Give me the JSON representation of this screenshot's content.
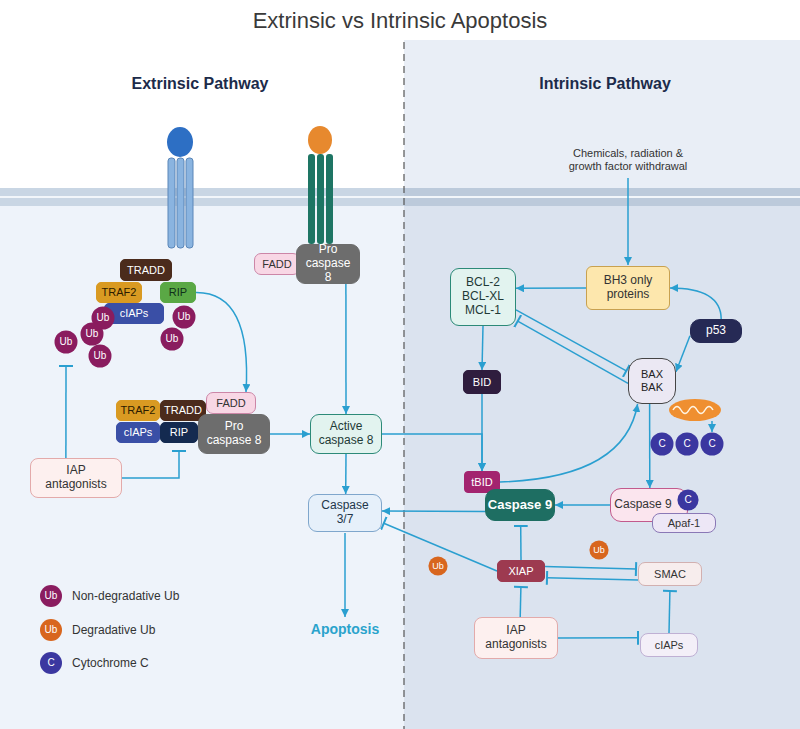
{
  "diagram": {
    "title": "Extrinsic vs Intrinsic Apoptosis",
    "nodes": [
      {
        "text": [
          "TRADD"
        ]
      },
      {
        "text": [
          "TRAF2"
        ]
      },
      {
        "text": [
          "RIP"
        ]
      },
      {
        "text": [
          "cIAPs"
        ]
      },
      {
        "text": [
          "Ub"
        ]
      },
      {
        "text": [
          "Ub"
        ]
      },
      {
        "text": [
          "Ub"
        ]
      },
      {
        "text": [
          "Ub"
        ]
      },
      {
        "text": [
          "Ub"
        ]
      },
      {
        "text": [
          "Ub"
        ]
      },
      {
        "text": [
          "FADD"
        ]
      },
      {
        "text": [
          "Pro caspase 8"
        ]
      },
      {
        "text": [
          "TRAF2"
        ]
      },
      {
        "text": [
          "TRADD"
        ]
      },
      {
        "text": [
          "FADD"
        ]
      },
      {
        "text": [
          "cIAPs"
        ]
      },
      {
        "text": [
          "RIP"
        ]
      },
      {
        "text": [
          "Pro caspase 8"
        ]
      },
      {
        "text": [
          "Active caspase 8"
        ]
      },
      {
        "text": [
          "IAP antagonists"
        ]
      },
      {
        "text": [
          "Caspase 3/7"
        ]
      },
      {
        "text": [
          "BH3 only proteins"
        ]
      },
      {
        "text": [
          "BCL-2 BCL-XL MCL-1"
        ]
      },
      {
        "text": [
          "p53"
        ]
      },
      {
        "text": [
          "BID"
        ]
      },
      {
        "text": [
          "BAX BAK"
        ]
      },
      {
        "text": [
          "C"
        ]
      },
      {
        "text": [
          "C"
        ]
      },
      {
        "text": [
          "C"
        ]
      },
      {
        "text": [
          "tBID"
        ]
      },
      {
        "text": [
          "Caspase 9"
        ]
      },
      {
        "text": [
          "Caspase 9"
        ]
      },
      {
        "text": [
          "C"
        ]
      },
      {
        "text": [
          "Apaf-1"
        ]
      },
      {
        "text": [
          "Ub"
        ]
      },
      {
        "text": [
          "Ub"
        ]
      },
      {
        "text": [
          "XIAP"
        ]
      },
      {
        "text": [
          "SMAC"
        ]
      },
      {
        "text": [
          "IAP antagonists"
        ]
      },
      {
        "text": [
          "cIAPs"
        ]
      }
    ],
    "edges": [
      {
        "from": 2,
        "to": 14,
        "arrow": "to"
      },
      {
        "from": 19,
        "to": 7,
        "arrow": "to"
      },
      {
        "from": 19,
        "to": 16,
        "arrow": "to"
      },
      {
        "from": 11,
        "to": 18,
        "arrow": "to"
      },
      {
        "from": 17,
        "to": 18,
        "arrow": "to"
      },
      {
        "from": 18,
        "to": 20,
        "arrow": "to"
      },
      {
        "from": 18,
        "to": 29,
        "arrow": "to"
      },
      {
        "from": 24,
        "to": 29,
        "arrow": "to"
      },
      {
        "from": 22,
        "to": 24,
        "arrow": "to"
      },
      {
        "from": 21,
        "to": 22,
        "arrow": "to"
      },
      {
        "from": 23,
        "to": 21,
        "arrow": "to"
      },
      {
        "from": 23,
        "to": 25,
        "arrow": "to"
      },
      {
        "from": 22,
        "to": 25,
        "arrow": "to"
      },
      {
        "from": 25,
        "to": 22,
        "arrow": "to"
      },
      {
        "from": 29,
        "to": 25,
        "arrow": "to"
      },
      {
        "from": 25,
        "to": 31,
        "arrow": "to"
      },
      {
        "from": 31,
        "to": 30,
        "arrow": "to"
      },
      {
        "from": 30,
        "to": 20,
        "arrow": "to"
      },
      {
        "from": 36,
        "to": 20,
        "arrow": "to"
      },
      {
        "from": 36,
        "to": 30,
        "arrow": "to"
      },
      {
        "from": 36,
        "to": 37,
        "arrow": "to"
      },
      {
        "from": 37,
        "to": 36,
        "arrow": "to"
      },
      {
        "from": 38,
        "to": 36,
        "arrow": "to"
      },
      {
        "from": 38,
        "to": 39,
        "arrow": "to"
      },
      {
        "from": 39,
        "to": 37,
        "arrow": "to"
      }
    ],
    "labels": [
      "Extrinsic Pathway",
      "Intrinsic Pathway",
      "Chemicals, radiation & growth factor withdrawal",
      "Apoptosis",
      "Ub",
      "Ub",
      "C"
    ],
    "legend": [
      {
        "text": "Non-degradative Ub",
        "color": "#8a1c5f"
      },
      {
        "text": "Degradative Ub",
        "color": "#d8661e"
      },
      {
        "text": "Cytochrome C",
        "color": "#3b37a0"
      }
    ]
  }
}
